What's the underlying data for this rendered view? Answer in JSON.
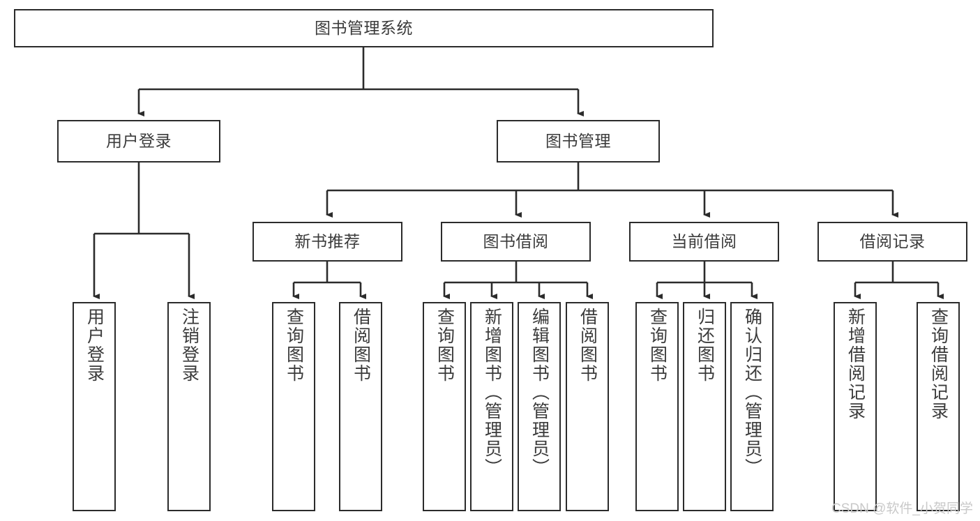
{
  "diagram": {
    "type": "tree",
    "title": "图书管理系统",
    "orientation": "top-down",
    "colors": {
      "box_border": "#2b2b2b",
      "box_fill": "#ffffff",
      "text": "#3b3b3b",
      "edge": "#2b2b2b",
      "watermark": "#c9c9c9",
      "background": "#ffffff"
    },
    "root": {
      "label": "图书管理系统"
    },
    "level2": [
      {
        "label": "用户登录"
      },
      {
        "label": "图书管理"
      }
    ],
    "level3": [
      {
        "label": "新书推荐"
      },
      {
        "label": "图书借阅"
      },
      {
        "label": "当前借阅"
      },
      {
        "label": "借阅记录"
      }
    ],
    "leaves_user_login": [
      {
        "label": "用户登录"
      },
      {
        "label": "注销登录"
      }
    ],
    "leaves_new_book": [
      {
        "label": "查询图书"
      },
      {
        "label": "借阅图书"
      }
    ],
    "leaves_borrow": [
      {
        "label": "查询图书"
      },
      {
        "label": "新增图书（管理员）"
      },
      {
        "label": "编辑图书（管理员）"
      },
      {
        "label": "借阅图书"
      }
    ],
    "leaves_current": [
      {
        "label": "查询图书"
      },
      {
        "label": "归还图书"
      },
      {
        "label": "确认归还（管理员）"
      }
    ],
    "leaves_record": [
      {
        "label": "新增借阅记录"
      },
      {
        "label": "查询借阅记录"
      }
    ]
  },
  "watermark": {
    "text": "CSDN @软件_小贺同学"
  }
}
